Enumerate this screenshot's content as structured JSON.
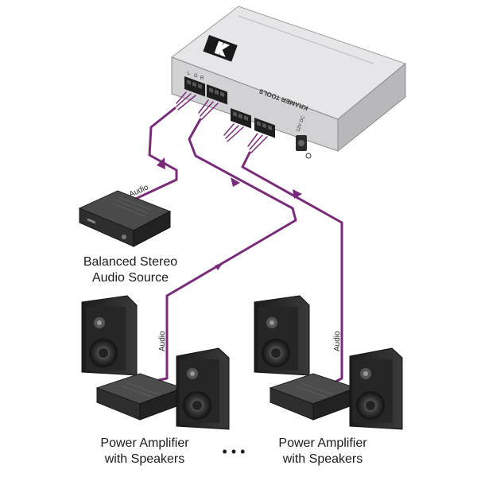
{
  "device": {
    "brand_text": "KRAMER TOOLS",
    "power_label": "12V DC",
    "port_letters": [
      "L",
      "G",
      "R"
    ]
  },
  "source": {
    "caption_line1": "Balanced Stereo",
    "caption_line2": "Audio Source"
  },
  "cables": {
    "source_label": "Audio",
    "amp1_label": "Audio",
    "amp2_label": "Audio",
    "color": "#7a2a7a"
  },
  "amplifiers": [
    {
      "caption_line1": "Power Amplifier",
      "caption_line2": "with Speakers"
    },
    {
      "caption_line1": "Power Amplifier",
      "caption_line2": "with Speakers"
    }
  ],
  "continuation": "• • •"
}
